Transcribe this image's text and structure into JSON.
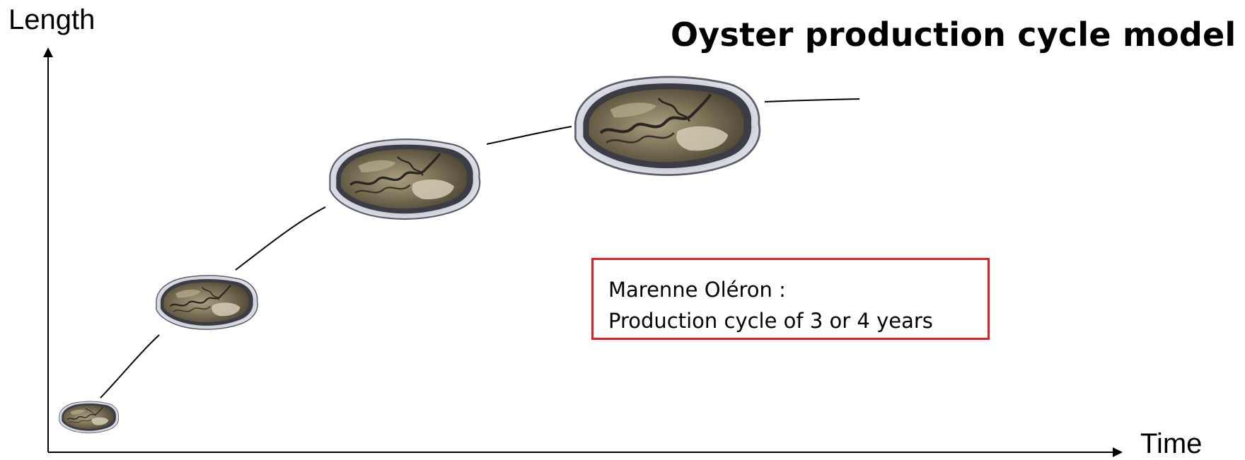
{
  "title": "Oyster production cycle model",
  "axes": {
    "y_label": "Length",
    "x_label": "Time"
  },
  "info_box": {
    "line1": "Marenne Oléron :",
    "line2": "Production cycle of 3 or 4 years",
    "border_color": "#e31e24"
  },
  "stages": [
    {
      "name": "oyster-stage-1-icon"
    },
    {
      "name": "oyster-stage-2-icon"
    },
    {
      "name": "oyster-stage-3-icon"
    },
    {
      "name": "oyster-stage-4-icon"
    }
  ],
  "colors": {
    "shell_edge": "#e9ebf2",
    "shell_rim": "#3c3d44",
    "body": "#7a6f55",
    "body_dark": "#4d4535",
    "body_light": "#d4ccb6"
  }
}
